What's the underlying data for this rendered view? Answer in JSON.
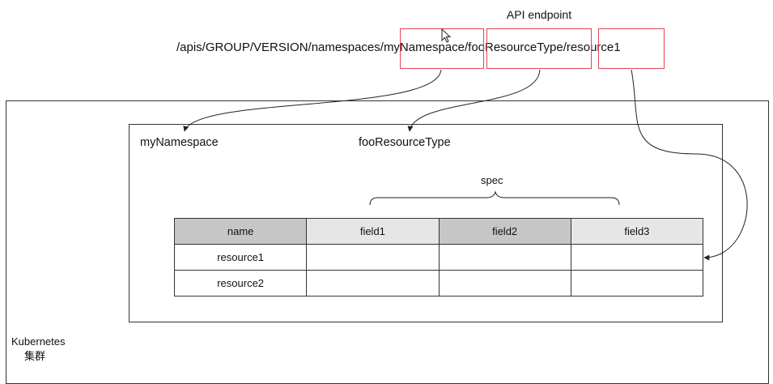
{
  "endpoint": {
    "title": "API endpoint",
    "path_prefix": "/apis/GROUP/VERSION/namespaces/",
    "namespace": "myNamespace",
    "resource_type": "fooResourceType",
    "resource": "resource1",
    "sep": "/",
    "highlight_color": "#e0445a"
  },
  "cluster": {
    "label_line1": "Kubernetes",
    "label_line2": "集群"
  },
  "namespace_box": {
    "namespace_label": "myNamespace",
    "type_label": "fooResourceType"
  },
  "spec": {
    "label": "spec"
  },
  "table": {
    "headers": [
      "name",
      "field1",
      "field2",
      "field3"
    ],
    "rows": [
      [
        "resource1",
        "",
        "",
        ""
      ],
      [
        "resource2",
        "",
        "",
        ""
      ]
    ]
  }
}
